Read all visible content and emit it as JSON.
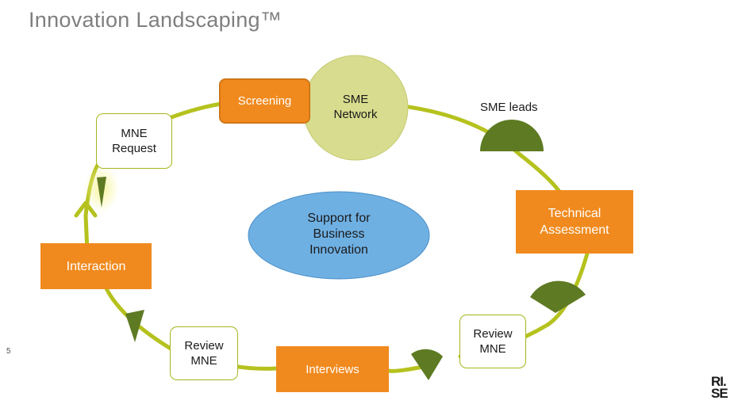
{
  "slide": {
    "title": "Innovation Landscaping™",
    "page_number": "5",
    "logo": {
      "line1": "RI.",
      "line2": "SE"
    }
  },
  "diagram": {
    "center": {
      "lines": [
        "Support for",
        "Business",
        "Innovation"
      ]
    },
    "sme_network": {
      "lines": [
        "SME",
        "Network"
      ]
    },
    "sme_leads_label": "SME leads",
    "steps": {
      "screening": "Screening",
      "mne_request": [
        "MNE",
        "Request"
      ],
      "technical_assessment": [
        "Technical",
        "Assessment"
      ],
      "review_mne_right": [
        "Review",
        "MNE"
      ],
      "interviews": "Interviews",
      "review_mne_left": [
        "Review",
        "MNE"
      ],
      "interaction": "Interaction"
    },
    "colors": {
      "ring": "#b5c21e",
      "orange": "#f08a1e",
      "marker": "#5e7a22",
      "sme_circle": "#d7dc8e",
      "center_ellipse": "#6fb0e3"
    }
  }
}
